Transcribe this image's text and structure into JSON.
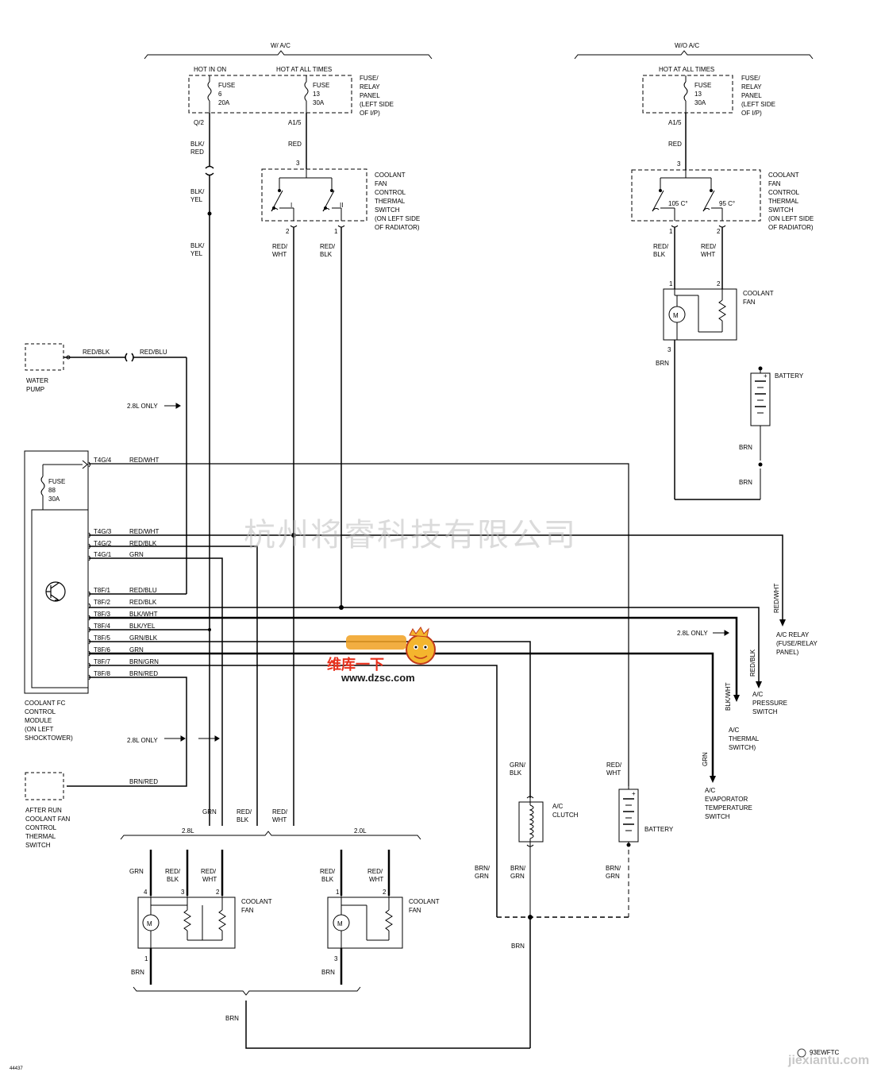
{
  "sections": {
    "with_ac": "W/ A/C",
    "without_ac": "W/O A/C",
    "engine_28": "2.8L",
    "engine_20": "2.0L"
  },
  "power": {
    "hot_in_on": "HOT IN ON",
    "hot_at_all_times": "HOT AT ALL TIMES",
    "hot_at_all_times_right": "HOT AT ALL TIMES",
    "fuse_6": [
      "FUSE",
      "6",
      "20A"
    ],
    "fuse_13": [
      "FUSE",
      "13",
      "30A"
    ],
    "fuse_13_right": [
      "FUSE",
      "13",
      "30A"
    ],
    "fuse_relay_panel": [
      "FUSE/",
      "RELAY",
      "PANEL",
      "(LEFT SIDE",
      "OF I/P)"
    ],
    "fuse_relay_panel_right": [
      "FUSE/",
      "RELAY",
      "PANEL",
      "(LEFT SIDE",
      "OF I/P)"
    ],
    "pin_q2": "Q/2",
    "pin_a15": "A1/5",
    "pin_a15_right": "A1/5"
  },
  "wires": {
    "blk_red": [
      "BLK/",
      "RED"
    ],
    "blk_yel_1": [
      "BLK/",
      "YEL"
    ],
    "blk_yel_2": [
      "BLK/",
      "YEL"
    ],
    "red_1": "RED",
    "red_right": "RED",
    "red_wht_sw": [
      "RED/",
      "WHT"
    ],
    "red_blk_sw": [
      "RED/",
      "BLK"
    ],
    "red_blk_right": [
      "RED/",
      "BLK"
    ],
    "red_wht_right": [
      "RED/",
      "WHT"
    ],
    "brn_right_fan": "BRN",
    "brn_batt_1": "BRN",
    "brn_batt_2": "BRN",
    "red_blk_pump": "RED/BLK",
    "red_blu_pump": "RED/BLU",
    "brn_red_afterrun": "BRN/RED",
    "red_wht_relay": "RED/WHT",
    "red_blk_press": "RED/BLK",
    "blk_wht_thermal": "BLK/WHT",
    "grn_evap": "GRN",
    "grn_blk_clutch": [
      "GRN/",
      "BLK"
    ],
    "red_wht_batt": [
      "RED/",
      "WHT"
    ],
    "brn_grn_1": [
      "BRN/",
      "GRN"
    ],
    "brn_grn_2": [
      "BRN/",
      "GRN"
    ],
    "brn_grn_3": [
      "BRN/",
      "GRN"
    ],
    "brn_center": "BRN",
    "brn_bottom": "BRN",
    "grn_28": "GRN",
    "red_blk_28": [
      "RED/",
      "BLK"
    ],
    "red_wht_28": [
      "RED/",
      "WHT"
    ]
  },
  "switches": {
    "thermal_left": [
      "COOLANT",
      "FAN",
      "CONTROL",
      "THERMAL",
      "SWITCH",
      "(ON LEFT SIDE",
      "OF RADIATOR)"
    ],
    "thermal_right": [
      "COOLANT",
      "FAN",
      "CONTROL",
      "THERMAL",
      "SWITCH",
      "(ON LEFT SIDE",
      "OF RADIATOR)"
    ],
    "stage_1": "I",
    "stage_2": "II",
    "temp_105": "105 C°",
    "temp_95": "95 C°",
    "pin_3": "3",
    "pin_2": "2",
    "pin_1": "1"
  },
  "fans": {
    "right_label": [
      "COOLANT",
      "FAN"
    ],
    "fan_28_label": [
      "COOLANT",
      "FAN"
    ],
    "fan_20_label": [
      "COOLANT",
      "FAN"
    ],
    "motor_symbol": "M"
  },
  "module": {
    "label": [
      "COOLANT FC",
      "CONTROL",
      "MODULE",
      "(ON LEFT",
      "SHOCKTOWER)"
    ],
    "fuse_88": [
      "FUSE",
      "88",
      "30A"
    ],
    "pins": [
      {
        "pin": "T4G/4",
        "wire": "RED/WHT"
      },
      {
        "pin": "T4G/3",
        "wire": "RED/WHT"
      },
      {
        "pin": "T4G/2",
        "wire": "RED/BLK"
      },
      {
        "pin": "T4G/1",
        "wire": "GRN"
      },
      {
        "pin": "T8F/1",
        "wire": "RED/BLU"
      },
      {
        "pin": "T8F/2",
        "wire": "RED/BLK"
      },
      {
        "pin": "T8F/3",
        "wire": "BLK/WHT"
      },
      {
        "pin": "T8F/4",
        "wire": "BLK/YEL"
      },
      {
        "pin": "T8F/5",
        "wire": "GRN/BLK"
      },
      {
        "pin": "T8F/6",
        "wire": "GRN"
      },
      {
        "pin": "T8F/7",
        "wire": "BRN/GRN"
      },
      {
        "pin": "T8F/8",
        "wire": "BRN/RED"
      }
    ]
  },
  "components": {
    "water_pump": [
      "WATER",
      "PUMP"
    ],
    "after_run": [
      "AFTER RUN",
      "COOLANT FAN",
      "CONTROL",
      "THERMAL",
      "SWITCH"
    ],
    "battery_right": "BATTERY",
    "battery_mid": "BATTERY",
    "ac_clutch": [
      "A/C",
      "CLUTCH"
    ],
    "ac_relay": [
      "A/C RELAY",
      "(FUSE/RELAY",
      "PANEL)"
    ],
    "ac_pressure": [
      "A/C",
      "PRESSURE",
      "SWITCH"
    ],
    "ac_thermal": [
      "A/C",
      "THERMAL",
      "SWITCH)"
    ],
    "ac_evap": [
      "A/C",
      "EVAPORATOR",
      "TEMPERATURE",
      "SWITCH"
    ]
  },
  "notes": {
    "only_28_a": "2.8L ONLY",
    "only_28_b": "2.8L ONLY",
    "only_28_c": "2.8L ONLY"
  },
  "corner": {
    "code_bl": "44437",
    "code_br": "93EWFTC"
  },
  "watermarks": {
    "chinese": "杭州将睿科技有限公司",
    "logo_url": "www.dzsc.com",
    "logo_cn": "维库一下",
    "footer": "jiexiantu.com"
  }
}
